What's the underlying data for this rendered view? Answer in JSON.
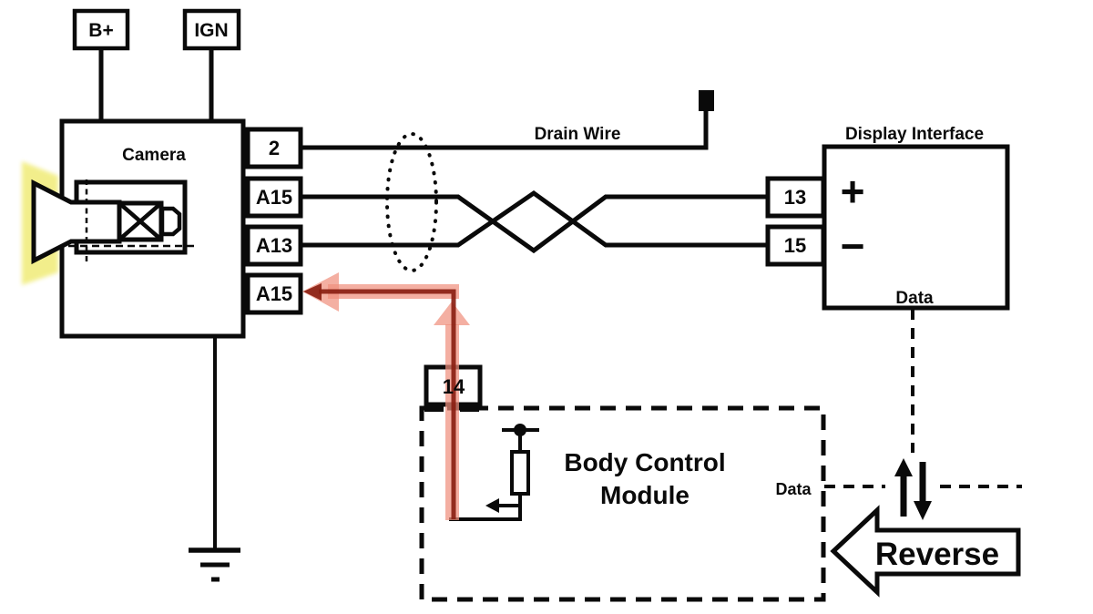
{
  "colors": {
    "highlight_light": "#F0907E",
    "highlight_dark": "#8A2012",
    "glow_yellow": "#F2EE85"
  },
  "power": {
    "b_plus": "B+",
    "ign": "IGN"
  },
  "camera": {
    "label": "Camera",
    "pins": [
      {
        "label": "2"
      },
      {
        "label": "A15"
      },
      {
        "label": "A13"
      },
      {
        "label": "A15"
      }
    ]
  },
  "drain": {
    "label": "Drain Wire"
  },
  "display": {
    "label": "Display Interface",
    "plus": "+",
    "minus": "−",
    "data": "Data",
    "pins": [
      {
        "label": "13"
      },
      {
        "label": "15"
      }
    ]
  },
  "bcm": {
    "line1": "Body Control",
    "line2": "Module",
    "data": "Data",
    "pin": "14"
  },
  "reverse": {
    "label": "Reverse"
  }
}
